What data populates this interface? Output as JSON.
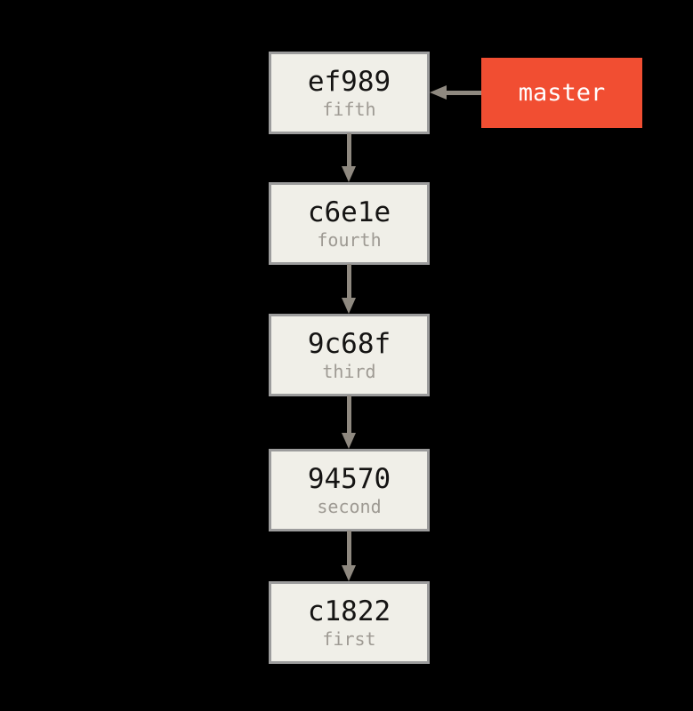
{
  "diagram": {
    "type": "git-commit-history",
    "colors": {
      "background": "#000000",
      "box_fill": "#f0efe8",
      "box_border": "#9c9c9c",
      "hash_text": "#151413",
      "label_text": "#9e9a93",
      "branch_fill": "#f14e32",
      "branch_text": "#ffffff",
      "arrow": "#8f8980"
    },
    "commits": [
      {
        "hash": "ef989",
        "label": "fifth"
      },
      {
        "hash": "c6e1e",
        "label": "fourth"
      },
      {
        "hash": "9c68f",
        "label": "third"
      },
      {
        "hash": "94570",
        "label": "second"
      },
      {
        "hash": "c1822",
        "label": "first"
      }
    ],
    "edges": [
      {
        "from": "ef989",
        "to": "c6e1e"
      },
      {
        "from": "c6e1e",
        "to": "9c68f"
      },
      {
        "from": "9c68f",
        "to": "94570"
      },
      {
        "from": "94570",
        "to": "c1822"
      }
    ],
    "branch": {
      "name": "master",
      "points_to": "ef989"
    }
  }
}
